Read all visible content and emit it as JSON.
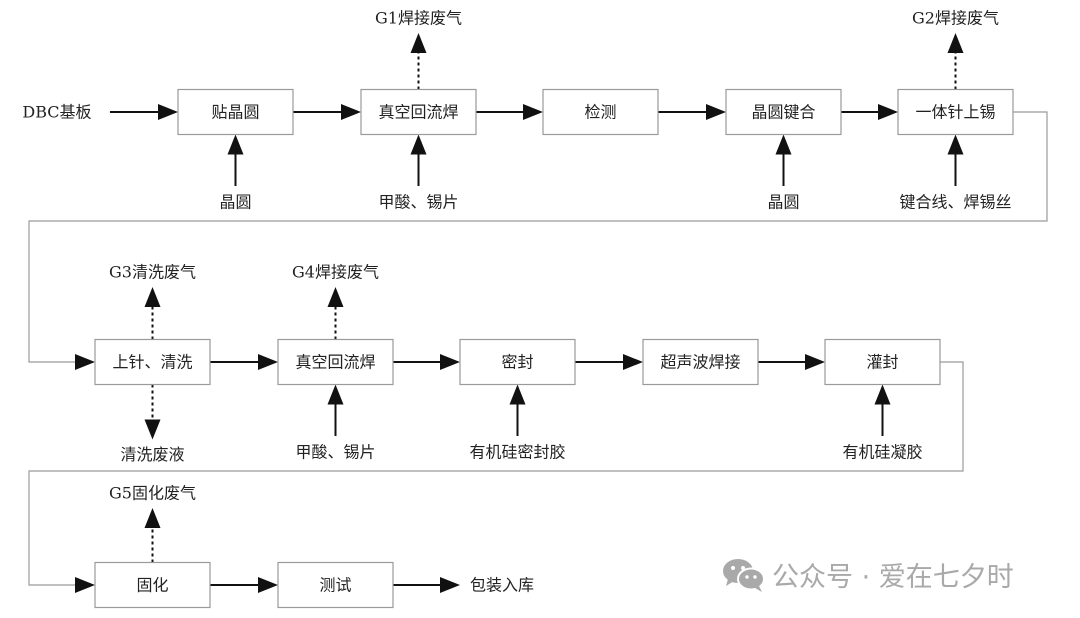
{
  "title": "Process flow diagram",
  "rows": [
    {
      "input_label": "DBC基板",
      "steps": [
        {
          "label": "贴晶圆",
          "input": "晶圆",
          "emission": null,
          "emission_down": null
        },
        {
          "label": "真空回流焊",
          "input": "甲酸、锡片",
          "emission": "G1焊接废气",
          "emission_down": null
        },
        {
          "label": "检测",
          "input": null,
          "emission": null,
          "emission_down": null
        },
        {
          "label": "晶圆键合",
          "input": "晶圆",
          "emission": null,
          "emission_down": null
        },
        {
          "label": "一体针上锡",
          "input": "键合线、焊锡丝",
          "emission": "G2焊接废气",
          "emission_down": null
        }
      ]
    },
    {
      "steps": [
        {
          "label": "上针、清洗",
          "input": null,
          "emission": "G3清洗废气",
          "emission_down": "清洗废液"
        },
        {
          "label": "真空回流焊",
          "input": "甲酸、锡片",
          "emission": "G4焊接废气",
          "emission_down": null
        },
        {
          "label": "密封",
          "input": "有机硅密封胶",
          "emission": null,
          "emission_down": null
        },
        {
          "label": "超声波焊接",
          "input": null,
          "emission": null,
          "emission_down": null
        },
        {
          "label": "灌封",
          "input": "有机硅凝胶",
          "emission": null,
          "emission_down": null
        }
      ]
    },
    {
      "output_label": "包装入库",
      "steps": [
        {
          "label": "固化",
          "input": null,
          "emission": "G5固化废气",
          "emission_down": null
        },
        {
          "label": "测试",
          "input": null,
          "emission": null,
          "emission_down": null
        }
      ]
    }
  ],
  "watermark": {
    "icon": "wechat-icon",
    "text": "公众号 · 爱在七夕时"
  }
}
